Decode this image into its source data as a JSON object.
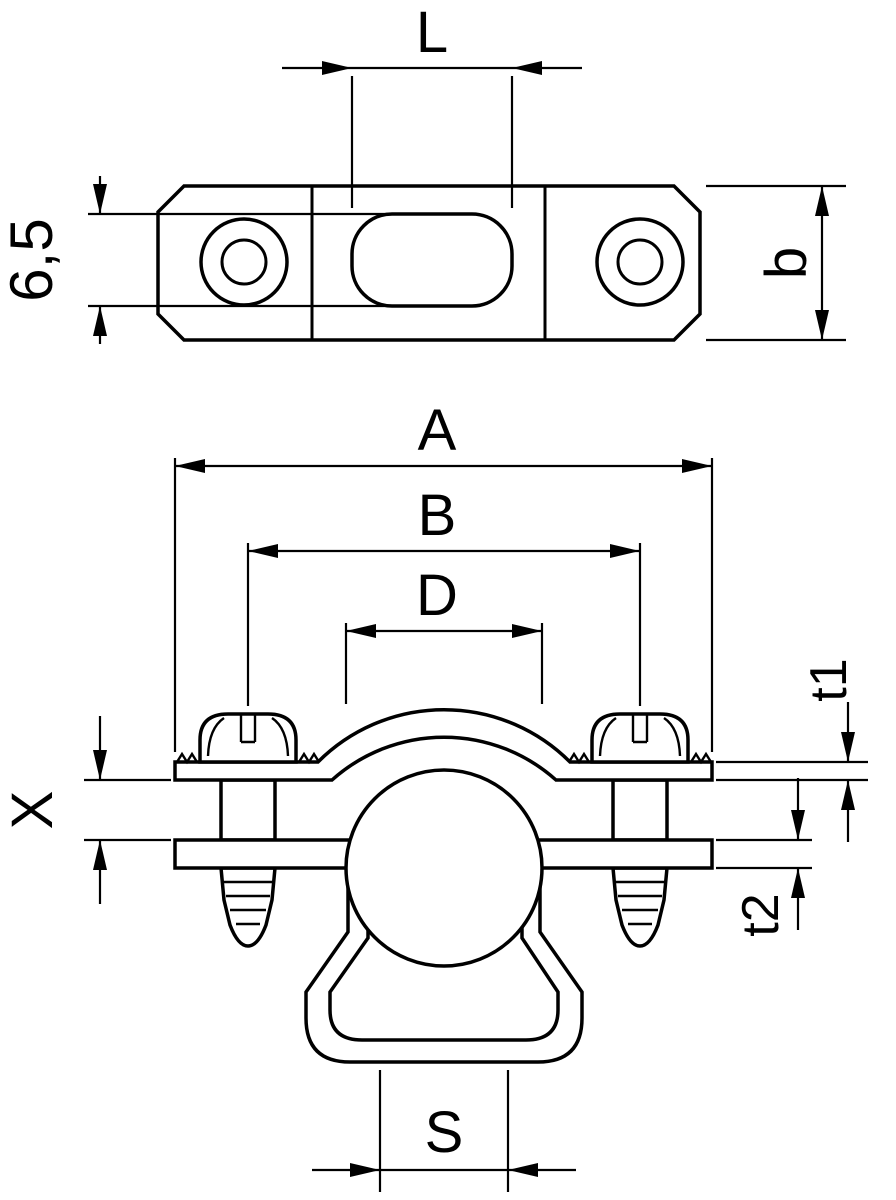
{
  "colors": {
    "line": "#000000",
    "background": "#ffffff"
  },
  "drawing": {
    "dimensions": {
      "slot_length": "L",
      "slot_width": "6,5",
      "body_width": "b",
      "overall_width": "A",
      "screw_spacing": "B",
      "clamp_diameter": "D",
      "strap_thickness": "t1",
      "gap_width": "X",
      "bar_thickness": "t2",
      "bottom_width": "S"
    }
  }
}
